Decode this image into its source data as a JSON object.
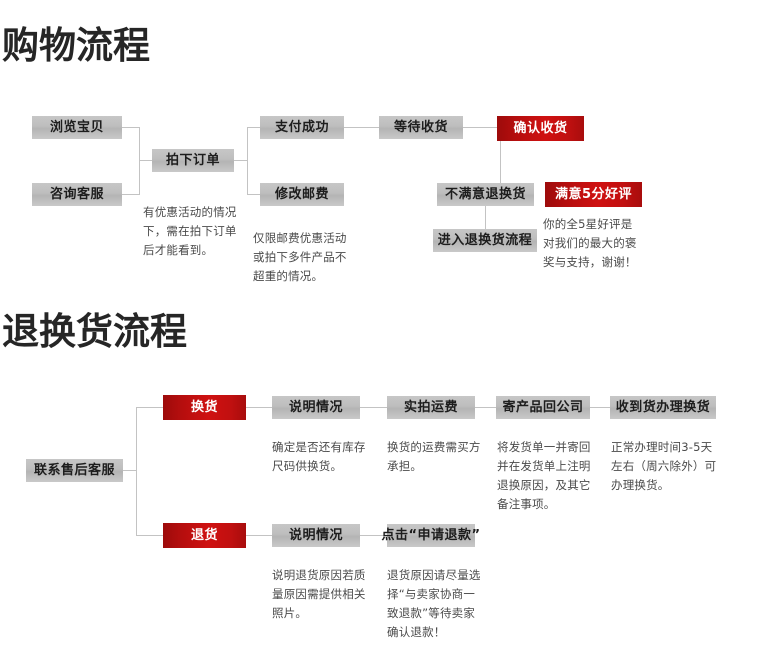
{
  "page": {
    "background": "#ffffff",
    "accent_red": "#c21010",
    "node_gray": "#bdbdbd",
    "text_dark": "#262626",
    "line_gray": "#c3c3c3"
  },
  "sections": [
    {
      "id": "shopping",
      "title": "购物流程",
      "nodes": {
        "browse": "浏览宝贝",
        "consult": "咨询客服",
        "place_order": "拍下订单",
        "pay_success": "支付成功",
        "modify_shipping": "修改邮费",
        "await_delivery": "等待收货",
        "confirm_receipt": "确认收货",
        "unsatisfied_return": "不满意退换货",
        "enter_return_flow": "进入退换货流程",
        "satisfied_review": "满意5分好评"
      },
      "captions": {
        "place_order": "有优惠活动的情况\n下，需在拍下订单\n后才能看到。",
        "modify_shipping": "仅限邮费优惠活动\n或拍下多件产品不\n超重的情况。",
        "satisfied_review": "你的全5星好评是\n对我们的最大的褒\n奖与支持，谢谢！"
      }
    },
    {
      "id": "returns",
      "title": "退换货流程",
      "nodes": {
        "contact_service": "联系售后客服",
        "exchange": "换货",
        "exchange_explain": "说明情况",
        "exchange_shipping_photo": "实拍运费",
        "send_back": "寄产品回公司",
        "receive_exchange": "收到货办理换货",
        "refund": "退货",
        "refund_explain": "说明情况",
        "click_refund": "点击“申请退款”"
      },
      "captions": {
        "exchange_explain": "确定是否还有库存\n尺码供换货。",
        "exchange_shipping_photo": "换货的运费需买方\n承担。",
        "send_back": "将发货单一并寄回\n并在发货单上注明\n退换原因，及其它\n备注事项。",
        "receive_exchange": "正常办理时间3-5天\n左右（周六除外）可\n办理换货。",
        "refund_explain": "说明退货原因若质\n量原因需提供相关\n照片。",
        "click_refund": "退货原因请尽量选\n择“与卖家协商一\n致退款”等待卖家\n确认退款！"
      }
    }
  ]
}
